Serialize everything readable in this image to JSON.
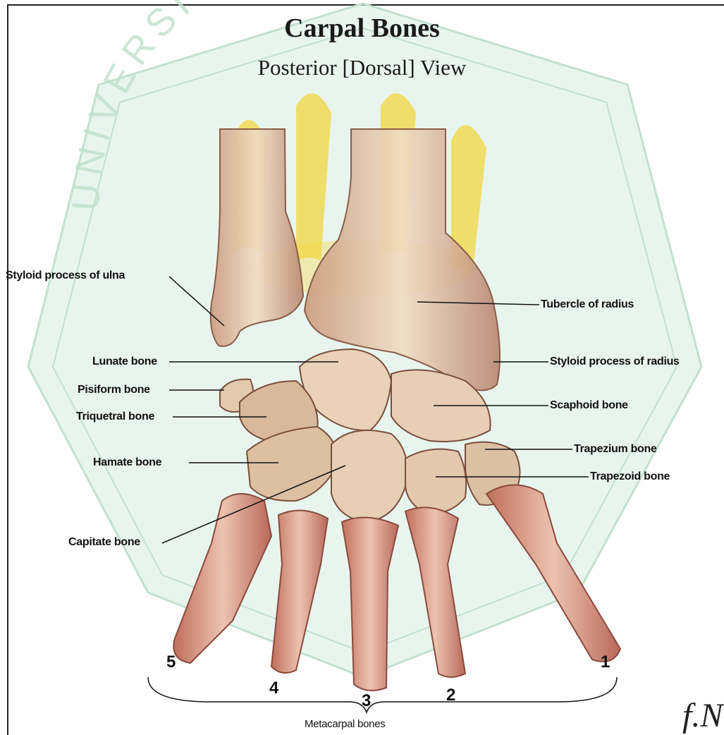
{
  "title": "Carpal Bones",
  "subtitle": "Posterior [Dorsal] View",
  "labels": {
    "styloid_ulna": "Styloid process of ulna",
    "tubercle_radius": "Tubercle of radius",
    "lunate": "Lunate bone",
    "styloid_radius": "Styloid process of radius",
    "pisiform": "Pisiform bone",
    "scaphoid": "Scaphoid bone",
    "triquetral": "Triquetral bone",
    "trapezium": "Trapezium bone",
    "hamate": "Hamate bone",
    "trapezoid": "Trapezoid bone",
    "capitate": "Capitate bone",
    "metacarpal": "Metacarpal bones"
  },
  "numbers": {
    "n1": "1",
    "n2": "2",
    "n3": "3",
    "n4": "4",
    "n5": "5"
  },
  "colors": {
    "bone": "#e8cdb0",
    "bone_shadow": "#b07b62",
    "metacarpal": "#d9a48f",
    "watermark": "#cfe8d8",
    "watermark_text": "#b9ddc6",
    "accent_gold": "#f2d23a"
  }
}
